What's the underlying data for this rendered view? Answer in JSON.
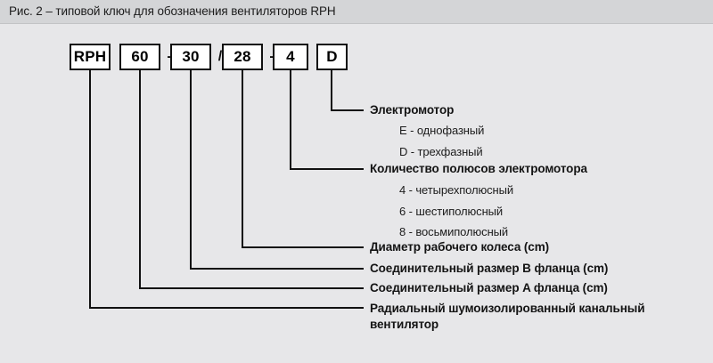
{
  "header": {
    "title": "Рис. 2 – типовой ключ для обозначения вентиляторов RPH"
  },
  "code": {
    "boxes": [
      {
        "id": "series",
        "text": "RPH"
      },
      {
        "id": "flange-a",
        "text": "60"
      },
      {
        "id": "flange-b",
        "text": "30"
      },
      {
        "id": "impeller",
        "text": "28"
      },
      {
        "id": "poles",
        "text": "4"
      },
      {
        "id": "motor",
        "text": "D"
      }
    ],
    "separators": [
      {
        "id": "dash-1",
        "text": "-"
      },
      {
        "id": "slash-1",
        "text": "/"
      },
      {
        "id": "dash-2",
        "text": "-"
      }
    ]
  },
  "legend": [
    {
      "id": "motor",
      "label": "Электромотор",
      "options": [
        "E - однофазный",
        "D - трехфазный"
      ]
    },
    {
      "id": "poles",
      "label": "Количество полюсов электромотора",
      "options": [
        "4 - четырехполюсный",
        "6 - шестиполюсный",
        "8 - восьмиполюсный"
      ]
    },
    {
      "id": "impeller",
      "label": "Диаметр рабочего колеса (cm)",
      "options": []
    },
    {
      "id": "flange-b",
      "label": "Соединительный размер B фланца (cm)",
      "options": []
    },
    {
      "id": "flange-a",
      "label": "Соединительный размер A фланца (cm)",
      "options": []
    },
    {
      "id": "series",
      "label": "Радиальный шумоизолированный канальный вентилятор",
      "options": []
    }
  ],
  "colors": {
    "background": "#e7e7e9",
    "header": "#d4d5d7",
    "line": "#111111",
    "box_fill": "#ffffff"
  }
}
